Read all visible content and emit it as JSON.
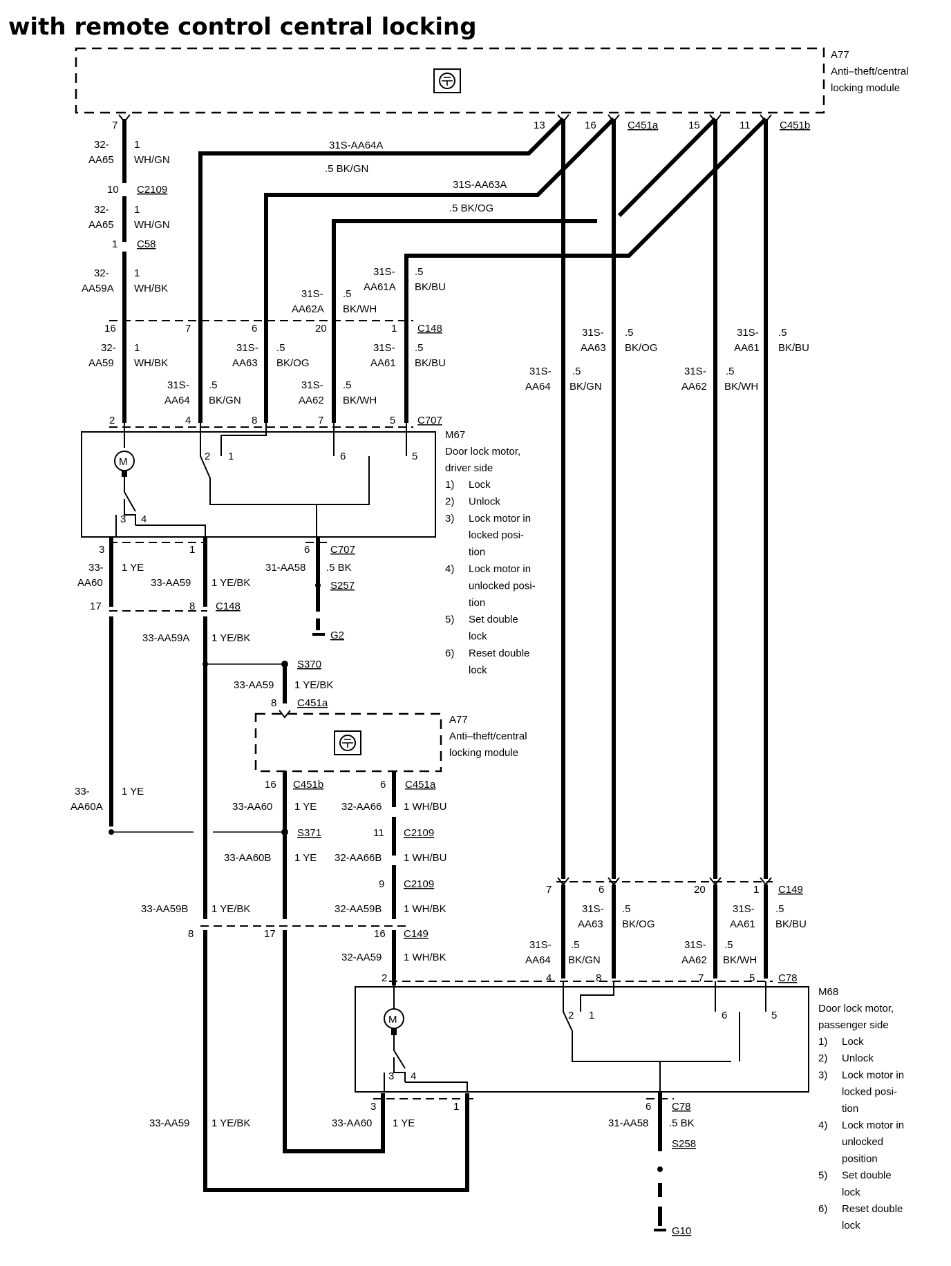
{
  "title": "with remote control central locking",
  "modules": {
    "a77_top": {
      "code": "A77",
      "line1": "Anti–theft/central",
      "line2": "locking module"
    },
    "a77_mid": {
      "code": "A77",
      "line1": "Anti–theft/central",
      "line2": "locking module"
    }
  },
  "m67": {
    "code": "M67",
    "line1": "Door lock motor,",
    "line2": "driver side",
    "legend": [
      [
        "1)",
        "Lock"
      ],
      [
        "2)",
        "Unlock"
      ],
      [
        "3)",
        "Lock motor in",
        "locked posi-",
        "tion"
      ],
      [
        "4)",
        "Lock motor in",
        "unlocked posi-",
        "tion"
      ],
      [
        "5)",
        "Set double",
        "lock"
      ],
      [
        "6)",
        "Reset double",
        "lock"
      ]
    ]
  },
  "m68": {
    "code": "M68",
    "line1": "Door lock motor,",
    "line2": "passenger side",
    "legend": [
      [
        "1)",
        "Lock"
      ],
      [
        "2)",
        "Unlock"
      ],
      [
        "3)",
        "Lock motor in",
        "locked posi-",
        "tion"
      ],
      [
        "4)",
        "Lock motor in",
        "unlocked",
        "position"
      ],
      [
        "5)",
        "Set double",
        "lock"
      ],
      [
        "6)",
        "Reset double",
        "lock"
      ]
    ]
  },
  "motor_symbol": "M",
  "connectors": {
    "c451a": "C451a",
    "c451b": "C451b",
    "c2109": "C2109",
    "c58": "C58",
    "c148": "C148",
    "c707": "C707",
    "c149": "C149",
    "c78": "C78"
  },
  "splices": {
    "s257": "S257",
    "s258": "S258",
    "s370": "S370",
    "s371": "S371"
  },
  "grounds": {
    "g2": "G2",
    "g10": "G10"
  },
  "pins": {
    "p7": "7",
    "p13": "13",
    "p16": "16",
    "p15": "15",
    "p11": "11",
    "p10": "10",
    "p1": "1",
    "p16b": "16",
    "p7b": "7",
    "p6": "6",
    "p20": "20",
    "p1b": "1",
    "p2": "2",
    "p4": "4",
    "p8": "8",
    "p7c": "7",
    "p5": "5",
    "m67_2": "2",
    "m67_1": "1",
    "m67_6": "6",
    "m67_5": "5",
    "m67_3": "3",
    "m67_4": "4",
    "p3": "3",
    "p1c": "1",
    "p6b": "6",
    "p17": "17",
    "p8b": "8",
    "p8c": "8",
    "p16c": "16",
    "p6c": "6",
    "p11b": "11",
    "p9": "9",
    "p8d": "8",
    "p17b": "17",
    "p16d": "16",
    "p7d": "7",
    "p6d": "6",
    "p20b": "20",
    "p1d": "1",
    "p2b": "2",
    "p4b": "4",
    "p8e": "8",
    "p7e": "7",
    "p5b": "5",
    "m68_2": "2",
    "m68_1": "1",
    "m68_6": "6",
    "m68_5": "5",
    "m68_3": "3",
    "m68_4": "4",
    "p3b": "3",
    "p1e": "1",
    "p6e": "6"
  },
  "wires": {
    "aa65_a": "32-",
    "aa65_b": "AA65",
    "aa65_c": "1",
    "aa65_d": "WH/GN",
    "aa65_2a": "32-",
    "aa65_2b": "AA65",
    "aa65_2c": "1",
    "aa65_2d": "WH/GN",
    "aa59a_a": "32-",
    "aa59a_b": "AA59A",
    "aa59a_c": "1",
    "aa59a_d": "WH/BK",
    "aa59_a": "32-",
    "aa59_b": "AA59",
    "aa59_c": "1",
    "aa59_d": "WH/BK",
    "aa64a": "31S-AA64A",
    "aa64a_col": ".5 BK/GN",
    "aa63a": "31S-AA63A",
    "aa63a_col": ".5 BK/OG",
    "aa61a_a": "31S-",
    "aa61a_b": "AA61A",
    "aa61a_c": ".5",
    "aa61a_d": "BK/BU",
    "aa62a_a": "31S-",
    "aa62a_b": "AA62A",
    "aa62a_c": ".5",
    "aa62a_d": "BK/WH",
    "aa63_a": "31S-",
    "aa63_b": "AA63",
    "aa63_c": ".5",
    "aa63_d": "BK/OG",
    "aa61_a": "31S-",
    "aa61_b": "AA61",
    "aa61_c": ".5",
    "aa61_d": "BK/BU",
    "aa64_a": "31S-",
    "aa64_b": "AA64",
    "aa64_c": ".5",
    "aa64_d": "BK/GN",
    "aa62_a": "31S-",
    "aa62_b": "AA62",
    "aa62_c": ".5",
    "aa62_d": "BK/WH",
    "r63_a": "31S-",
    "r63_b": "AA63",
    "r63_c": ".5",
    "r63_d": "BK/OG",
    "r64_a": "31S-",
    "r64_b": "AA64",
    "r64_c": ".5",
    "r64_d": "BK/GN",
    "r61_a": "31S-",
    "r61_b": "AA61",
    "r61_c": ".5",
    "r61_d": "BK/BU",
    "r62_a": "31S-",
    "r62_b": "AA62",
    "r62_c": ".5",
    "r62_d": "BK/WH",
    "aa60_a": "33-",
    "aa60_b": "AA60",
    "aa60_c": "1 YE",
    "aa59_33": "33-AA59",
    "aa59_33_col": "1 YE/BK",
    "aa58": "31-AA58",
    "aa58_col": ".5 BK",
    "aa59a_33": "33-AA59A",
    "aa59a_33_col": "1 YE/BK",
    "aa59_s370": "33-AA59",
    "aa59_s370_col": "1 YE/BK",
    "aa60a_a": "33-",
    "aa60a_b": "AA60A",
    "aa60a_c": "1 YE",
    "aa60_m": "33-AA60",
    "aa60_m_col": "1 YE",
    "aa66": "32-AA66",
    "aa66_col": "1 WH/BU",
    "aa60b": "33-AA60B",
    "aa60b_col": "1 YE",
    "aa66b": "32-AA66B",
    "aa66b_col": "1 WH/BU",
    "aa59b": "33-AA59B",
    "aa59b_col": "1 YE/BK",
    "aa59b32": "32-AA59B",
    "aa59b32_col": "1 WH/BK",
    "aa59_32": "32-AA59",
    "aa59_32_col": "1 WH/BK",
    "c149_63_a": "31S-",
    "c149_63_b": "AA63",
    "c149_63_c": ".5",
    "c149_63_d": "BK/OG",
    "c149_61_a": "31S-",
    "c149_61_b": "AA61",
    "c149_61_c": ".5",
    "c149_61_d": "BK/BU",
    "c149_64_a": "31S-",
    "c149_64_b": "AA64",
    "c149_64_c": ".5",
    "c149_64_d": "BK/GN",
    "c149_62_a": "31S-",
    "c149_62_b": "AA62",
    "c149_62_c": ".5",
    "c149_62_d": "BK/WH",
    "bot59": "33-AA59",
    "bot59_col": "1 YE/BK",
    "bot60": "33-AA60",
    "bot60_col": "1 YE",
    "bot58": "31-AA58",
    "bot58_col": ".5 BK"
  }
}
